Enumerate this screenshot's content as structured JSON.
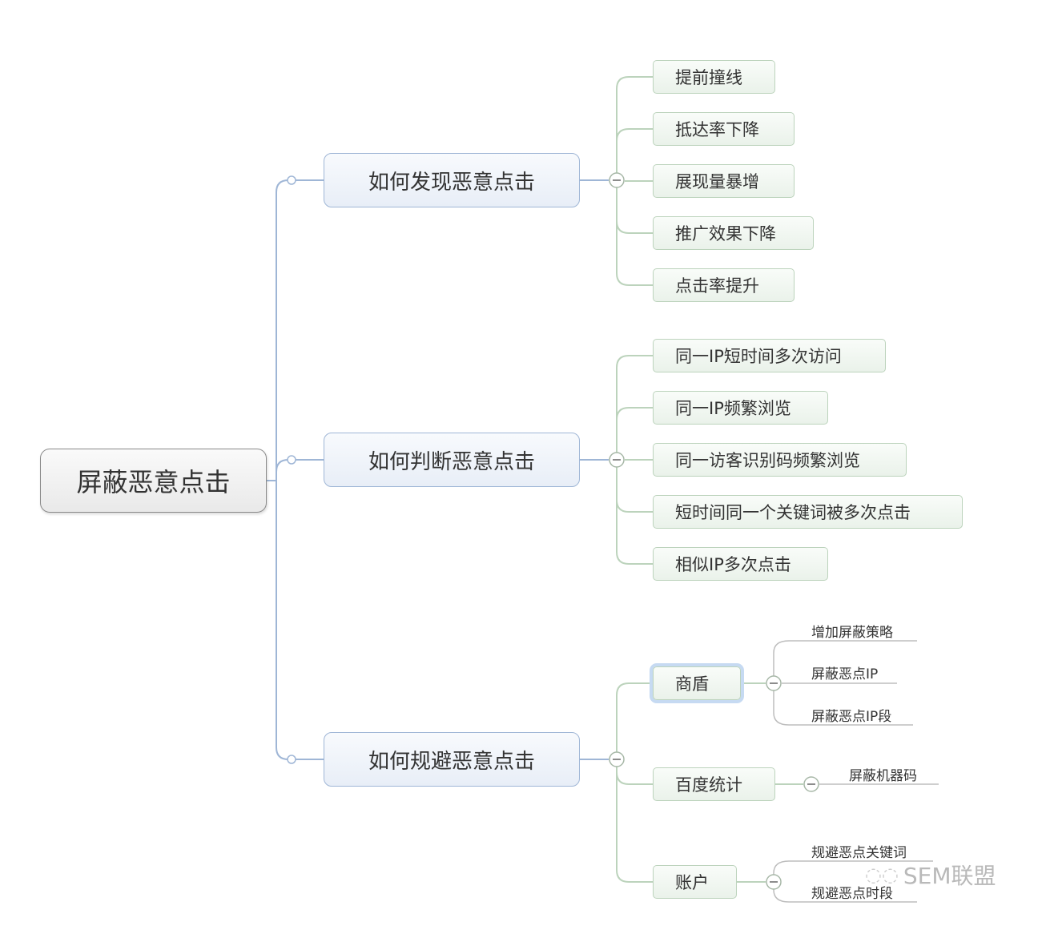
{
  "root": {
    "label": "屏蔽恶意点击"
  },
  "branches": [
    {
      "label": "如何发现恶意点击",
      "children": [
        "提前撞线",
        "抵达率下降",
        "展现量暴增",
        "推广效果下降",
        "点击率提升"
      ]
    },
    {
      "label": "如何判断恶意点击",
      "children": [
        "同一IP短时间多次访问",
        "同一IP频繁浏览",
        "同一访客识别码频繁浏览",
        "短时间同一个关键词被多次点击",
        "相似IP多次点击"
      ]
    },
    {
      "label": "如何规避恶意点击",
      "children": [
        {
          "label": "商盾",
          "children": [
            "增加屏蔽策略",
            "屏蔽恶点IP",
            "屏蔽恶点IP段"
          ]
        },
        {
          "label": "百度统计",
          "children": [
            "屏蔽机器码"
          ]
        },
        {
          "label": "账户",
          "children": [
            "规避恶点关键词",
            "规避恶点时段"
          ]
        }
      ]
    }
  ],
  "watermark": "SEM联盟",
  "colors": {
    "branch_line": "#9fb6d6",
    "leaf_line": "#bcd3bc",
    "sub_line": "#bdbdbd"
  }
}
